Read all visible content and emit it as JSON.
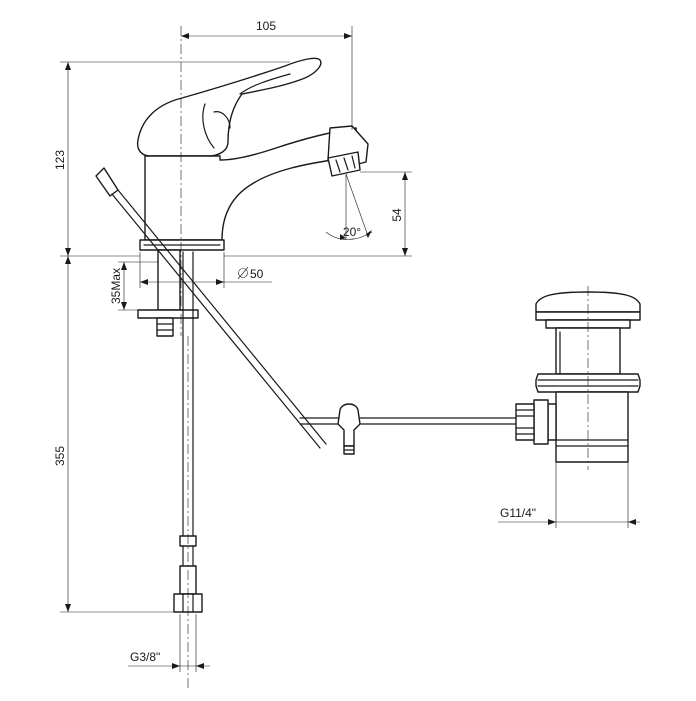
{
  "dimensions": {
    "spout_reach": "105",
    "tap_height": "123",
    "spout_height": "54",
    "spout_angle": "20°",
    "base_diameter": "50",
    "deck_thickness": "35Max",
    "hose_length": "355",
    "tap_connection": "G3/8\"",
    "waste_connection": "G11/4\""
  },
  "icons": {
    "diameter_symbol": "diameter-icon"
  }
}
